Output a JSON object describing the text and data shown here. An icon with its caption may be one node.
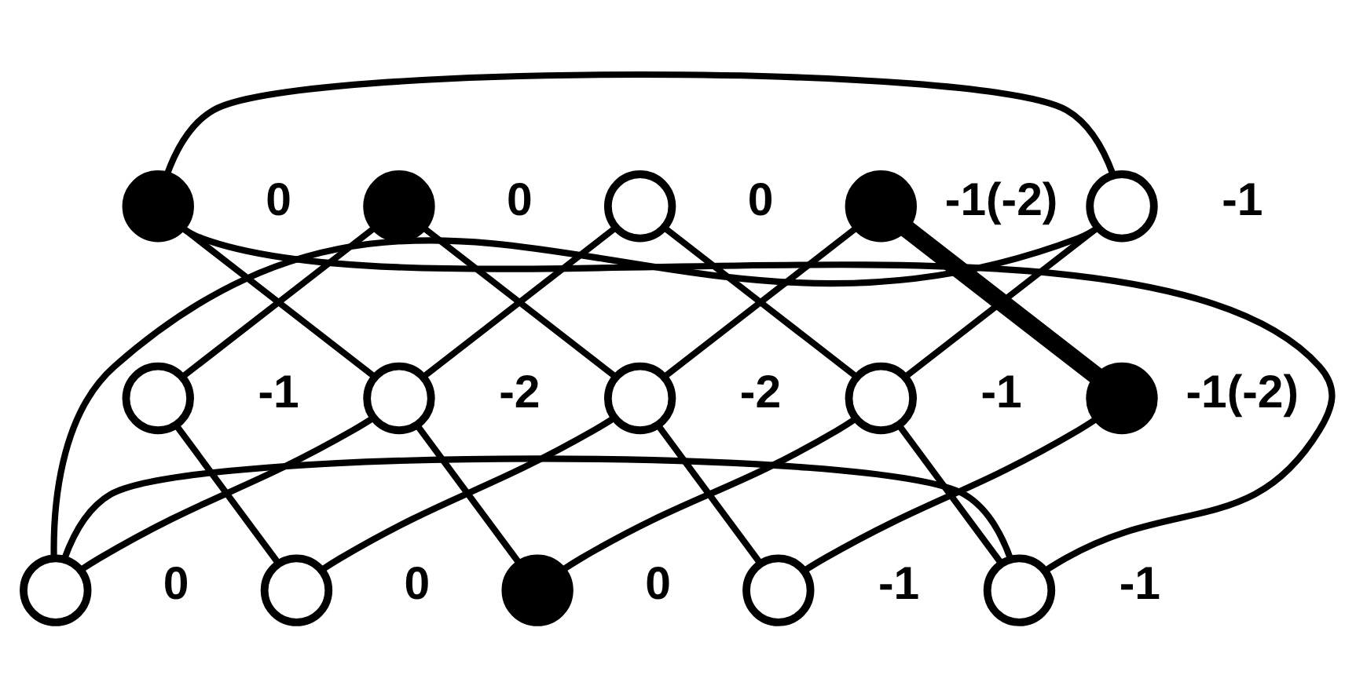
{
  "diagram": {
    "nodes": [
      {
        "text": [],
        "shape": "circle",
        "beside": [
          "0"
        ]
      },
      {
        "text": [],
        "shape": "circle",
        "beside": [
          "0"
        ]
      },
      {
        "text": [],
        "shape": "circle",
        "beside": [
          "0"
        ]
      },
      {
        "text": [],
        "shape": "circle",
        "beside": [
          "-1(-2)"
        ]
      },
      {
        "text": [],
        "shape": "circle",
        "beside": [
          "-1"
        ]
      },
      {
        "text": [],
        "shape": "circle",
        "beside": [
          "-1"
        ]
      },
      {
        "text": [],
        "shape": "circle",
        "beside": [
          "-2"
        ]
      },
      {
        "text": [],
        "shape": "circle",
        "beside": [
          "-2"
        ]
      },
      {
        "text": [],
        "shape": "circle",
        "beside": [
          "-1"
        ]
      },
      {
        "text": [],
        "shape": "circle",
        "beside": [
          "-1(-2)"
        ]
      },
      {
        "text": [],
        "shape": "circle",
        "beside": [
          "0"
        ]
      },
      {
        "text": [],
        "shape": "circle",
        "beside": [
          "0"
        ]
      },
      {
        "text": [],
        "shape": "circle",
        "beside": [
          "0"
        ]
      },
      {
        "text": [],
        "shape": "circle",
        "beside": [
          "-1"
        ]
      },
      {
        "text": [],
        "shape": "circle",
        "beside": [
          "-1"
        ]
      }
    ],
    "edges": [
      {
        "from": 0,
        "to": 6,
        "arrow": "none"
      },
      {
        "from": 1,
        "to": 5,
        "arrow": "none"
      },
      {
        "from": 1,
        "to": 7,
        "arrow": "none"
      },
      {
        "from": 2,
        "to": 6,
        "arrow": "none"
      },
      {
        "from": 2,
        "to": 8,
        "arrow": "none"
      },
      {
        "from": 3,
        "to": 7,
        "arrow": "none"
      },
      {
        "from": 3,
        "to": 9,
        "arrow": "none",
        "style": "thick"
      },
      {
        "from": 4,
        "to": 8,
        "arrow": "none"
      },
      {
        "from": 5,
        "to": 11,
        "arrow": "none"
      },
      {
        "from": 6,
        "to": 10,
        "arrow": "none"
      },
      {
        "from": 6,
        "to": 12,
        "arrow": "none"
      },
      {
        "from": 7,
        "to": 11,
        "arrow": "none"
      },
      {
        "from": 7,
        "to": 13,
        "arrow": "none"
      },
      {
        "from": 8,
        "to": 12,
        "arrow": "none"
      },
      {
        "from": 8,
        "to": 14,
        "arrow": "none"
      },
      {
        "from": 9,
        "to": 13,
        "arrow": "none"
      },
      {
        "from": 0,
        "to": 4,
        "arrow": "none"
      },
      {
        "from": 10,
        "to": 4,
        "arrow": "none"
      },
      {
        "from": 0,
        "to": 14,
        "arrow": "none"
      },
      {
        "from": 10,
        "to": 14,
        "arrow": "none"
      }
    ]
  }
}
